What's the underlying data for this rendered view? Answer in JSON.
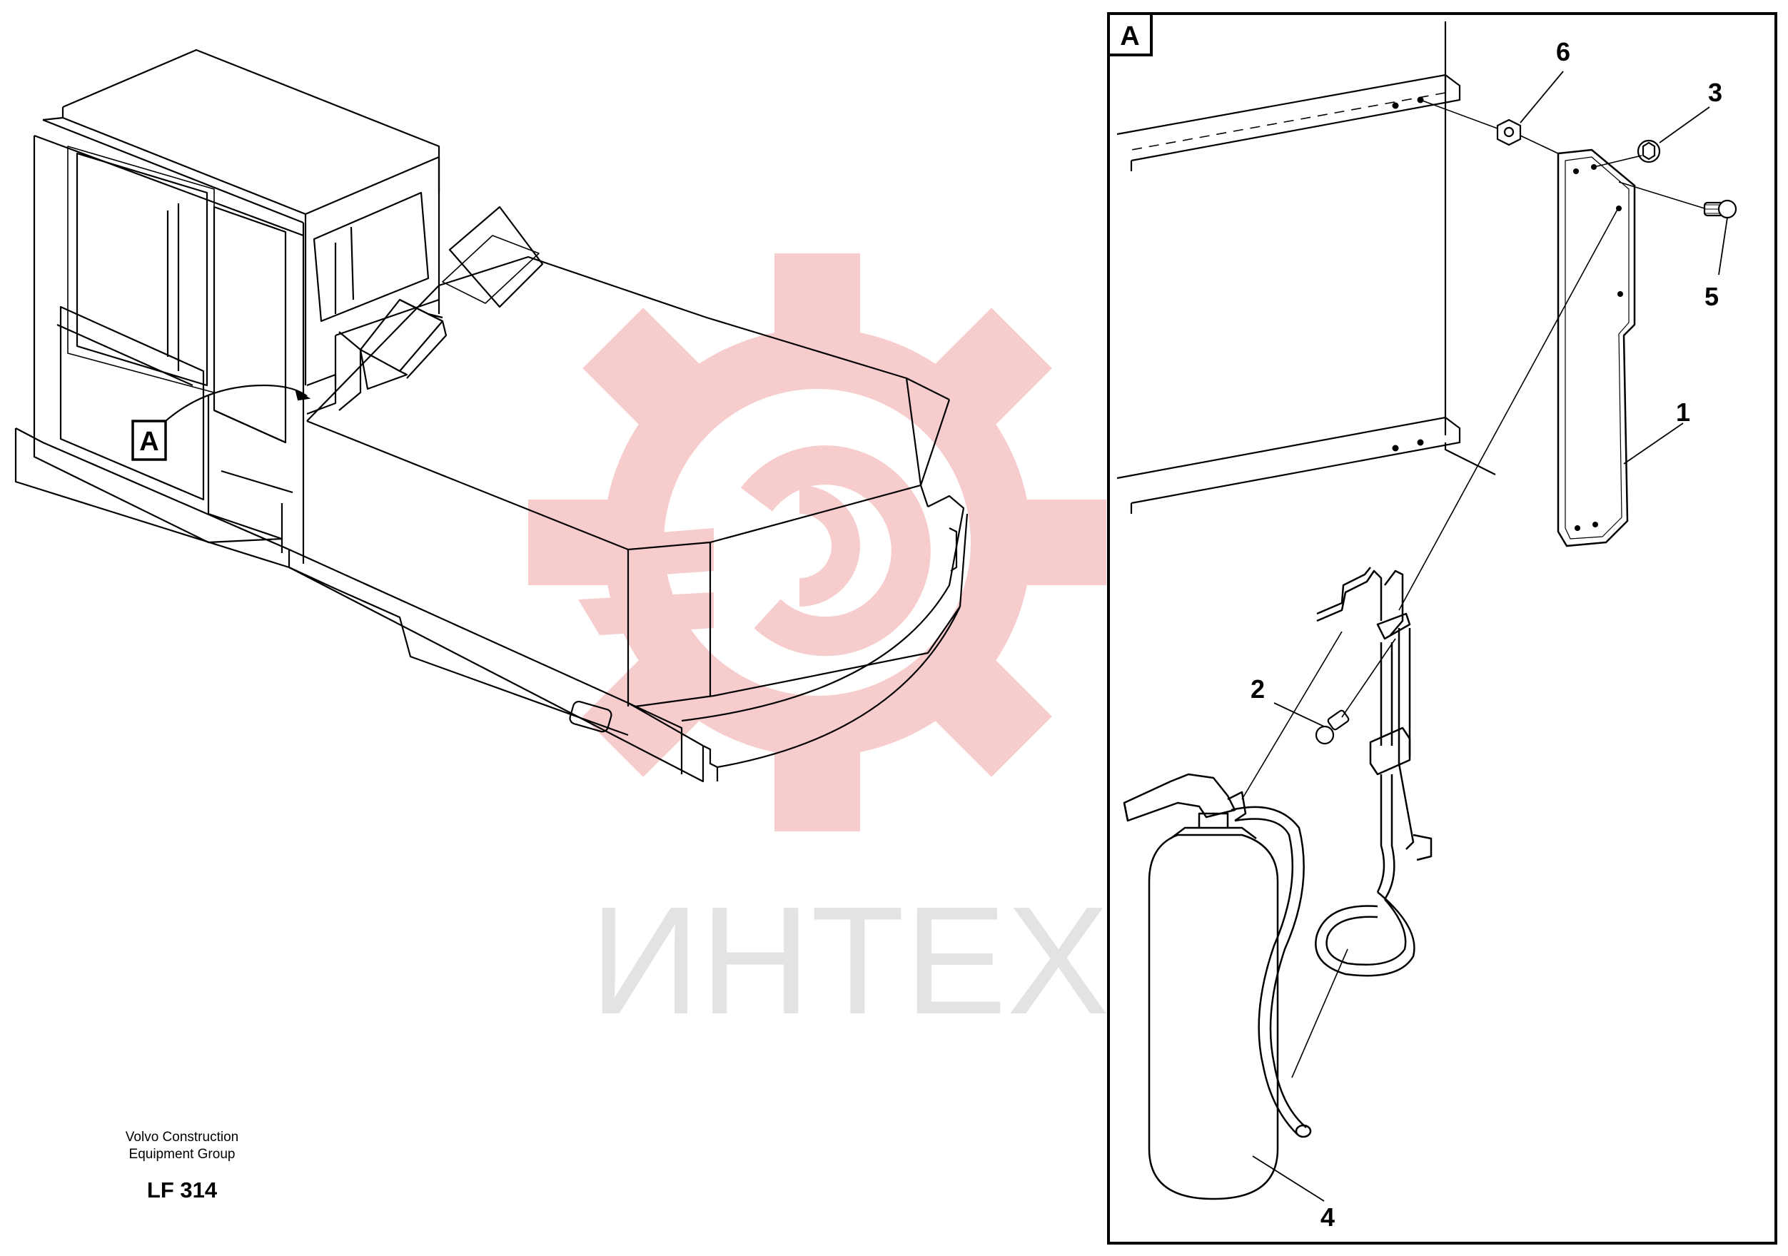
{
  "watermark": {
    "text": "ИНТЕХ",
    "gear_color": "#f6c8c8",
    "text_color": "#e2e2e2"
  },
  "view_marker": "A",
  "detail_view": {
    "frame_label": "A",
    "callouts": {
      "c1": "1",
      "c2": "2",
      "c3": "3",
      "c4": "4",
      "c5": "5",
      "c6": "6"
    }
  },
  "credits": {
    "company_line1": "Volvo Construction",
    "company_line2": "Equipment Group",
    "drawing_id": "LF 314"
  }
}
